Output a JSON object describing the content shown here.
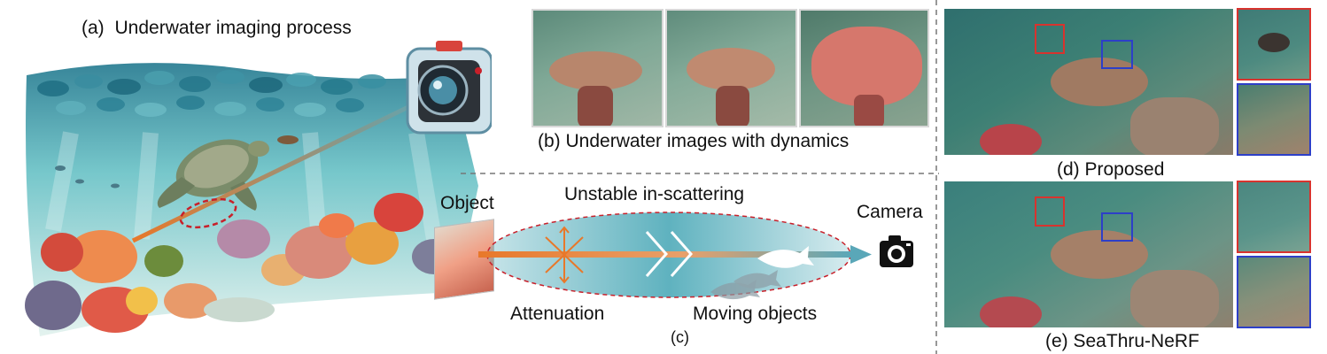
{
  "panel_a": {
    "title_tag": "(a)",
    "title": "Underwater imaging process"
  },
  "panel_b": {
    "caption": "(b) Underwater images with dynamics"
  },
  "panel_c": {
    "object_label": "Object",
    "camera_label": "Camera",
    "scattering_label": "Unstable in-scattering",
    "attenuation_label": "Attenuation",
    "moving_label": "Moving objects",
    "tag": "(c)"
  },
  "panel_d": {
    "caption": "(d) Proposed"
  },
  "panel_e": {
    "caption": "(e) SeaThru-NeRF"
  },
  "colors": {
    "ray_orange": "#e8782a",
    "ray_teal": "#5aa7b8",
    "ellipse_fill": "#5fb2bf",
    "ellipse_border": "#c8202a",
    "zoom_red": "#d8332e",
    "zoom_blue": "#2d3fc8"
  }
}
